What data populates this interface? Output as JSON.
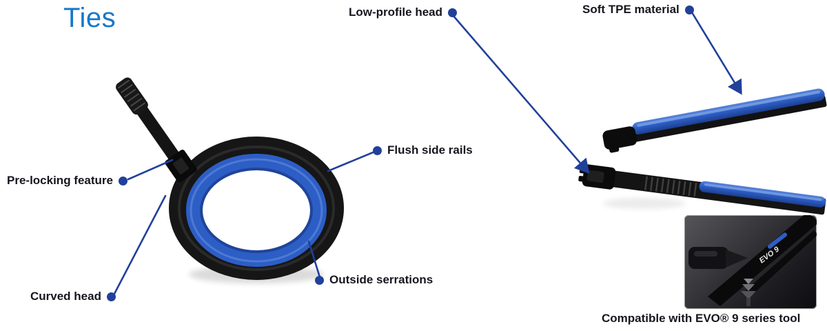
{
  "page": {
    "title": "Ties"
  },
  "callouts": {
    "low_profile_head": "Low-profile head",
    "soft_tpe": "Soft TPE material",
    "flush_side_rails": "Flush side rails",
    "pre_locking": "Pre-locking feature",
    "curved_head": "Curved head",
    "outside_serrations": "Outside serrations"
  },
  "inset": {
    "caption": "Compatible with EVO® 9 series tool",
    "tool_marking": "EVO 9"
  },
  "colors": {
    "title_blue": "#1777c8",
    "callout_blue": "#20409a",
    "tie_blue": "#2d5ec6",
    "tie_black": "#141414",
    "label_text": "#16161f"
  }
}
